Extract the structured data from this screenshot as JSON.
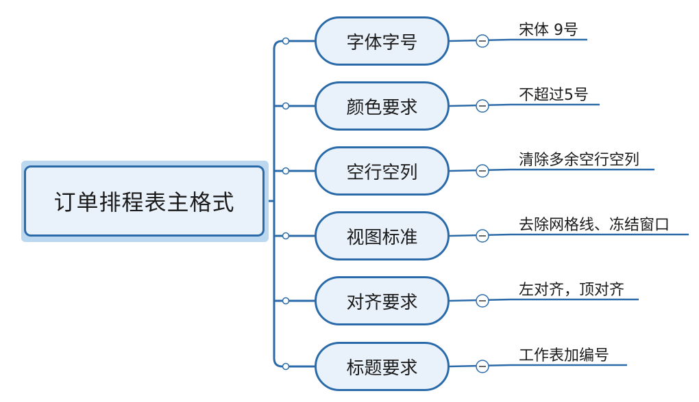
{
  "root": {
    "label": "订单排程表主格式"
  },
  "branches": [
    {
      "label": "字体字号",
      "detail": "宋体 9号"
    },
    {
      "label": "颜色要求",
      "detail": "不超过5号"
    },
    {
      "label": "空行空列",
      "detail": "清除多余空行空列"
    },
    {
      "label": "视图标准",
      "detail": "去除网格线、冻结窗口"
    },
    {
      "label": "对齐要求",
      "detail": "左对齐，顶对齐"
    },
    {
      "label": "标题要求",
      "detail": "工作表加编号"
    }
  ],
  "colors": {
    "line": "#2a6aa8",
    "node_fill": "#e9f1fa",
    "root_glow": "#bcd7f0"
  }
}
